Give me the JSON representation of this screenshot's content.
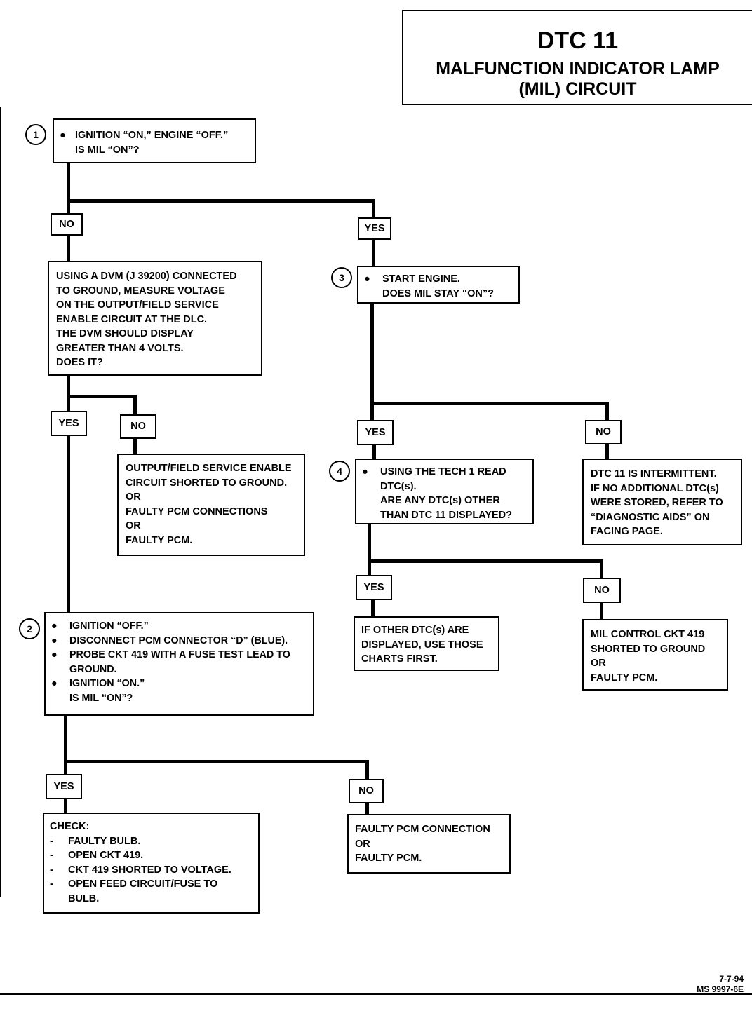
{
  "header": {
    "title": "DTC 11",
    "subtitle_line1": "MALFUNCTION INDICATOR LAMP",
    "subtitle_line2": "(MIL) CIRCUIT"
  },
  "steps": [
    {
      "number": "1",
      "lines": [
        "IGNITION “ON,” ENGINE “OFF.”",
        "IS MIL “ON”?"
      ]
    },
    {
      "number": "2",
      "items": [
        {
          "bullet": "●",
          "text": "IGNITION “OFF.”"
        },
        {
          "bullet": "●",
          "text": "DISCONNECT PCM CONNECTOR “D” (BLUE)."
        },
        {
          "bullet": "●",
          "text": "PROBE CKT 419 WITH A FUSE TEST LEAD TO",
          "cont": "GROUND."
        },
        {
          "bullet": "●",
          "text": "IGNITION “ON.”"
        }
      ],
      "question": "IS MIL “ON”?"
    },
    {
      "number": "3",
      "lines": [
        "START ENGINE.",
        "DOES MIL STAY “ON”?"
      ]
    },
    {
      "number": "4",
      "lines": [
        "USING THE TECH 1 READ",
        "DTC(s).",
        "ARE ANY DTC(s) OTHER",
        "THAN DTC 11 DISPLAYED?"
      ]
    }
  ],
  "dvm_box": {
    "lines": [
      "USING A DVM (J 39200) CONNECTED",
      "TO GROUND, MEASURE VOLTAGE",
      "ON THE OUTPUT/FIELD SERVICE",
      "ENABLE CIRCUIT AT THE DLC.",
      "THE DVM SHOULD DISPLAY",
      "GREATER THAN 4 VOLTS.",
      "DOES IT?"
    ]
  },
  "results": {
    "output_shorted": [
      "OUTPUT/FIELD SERVICE ENABLE",
      "CIRCUIT SHORTED TO GROUND.",
      "OR",
      "FAULTY PCM CONNECTIONS",
      "OR",
      "FAULTY PCM."
    ],
    "intermittent": [
      "DTC 11 IS INTERMITTENT.",
      "IF NO ADDITIONAL DTC(s)",
      "WERE STORED, REFER TO",
      "“DIAGNOSTIC AIDS” ON",
      "FACING PAGE."
    ],
    "other_dtcs": [
      "IF OTHER DTC(s) ARE",
      "DISPLAYED, USE THOSE",
      "CHARTS FIRST."
    ],
    "mil_shorted": [
      "MIL CONTROL CKT 419",
      "SHORTED TO GROUND",
      "OR",
      "FAULTY PCM."
    ],
    "check": {
      "heading": "CHECK:",
      "items": [
        {
          "dash": "-",
          "text": "FAULTY BULB."
        },
        {
          "dash": "-",
          "text": "OPEN CKT 419."
        },
        {
          "dash": "-",
          "text": "CKT 419 SHORTED TO VOLTAGE."
        },
        {
          "dash": "-",
          "text": "OPEN FEED CIRCUIT/FUSE TO",
          "cont": "BULB."
        }
      ]
    },
    "faulty_connection": [
      "FAULTY PCM CONNECTION",
      "OR",
      "FAULTY PCM."
    ]
  },
  "labels": {
    "yes": "YES",
    "no": "NO"
  },
  "footer": {
    "date": "7-7-94",
    "code": "MS 9997-6E"
  }
}
